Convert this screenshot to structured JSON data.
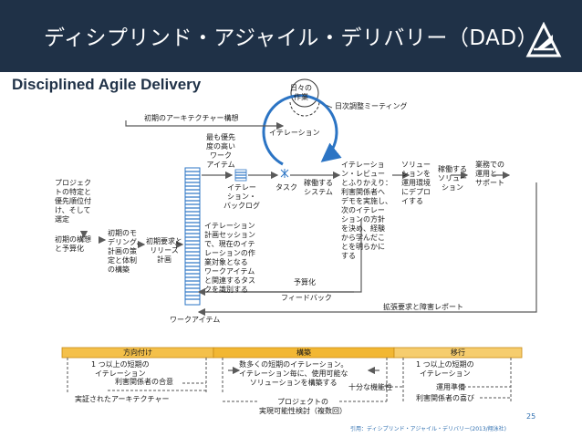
{
  "header": {
    "title": "ディシプリンド・アジャイル・デリバリー（DAD）",
    "logo_icon": "dad-logo-icon"
  },
  "subtitle": "Disciplined Agile Delivery",
  "diagram": {
    "daily": "日々の\n作業",
    "daily_meeting": "日次調整ミーティング",
    "iteration": "イテレーション",
    "initial_arch": "初期のアーキテクチャー構想",
    "project_id": "プロジェク\nトの特定と\n優先順位付\nけ、そして\n選定",
    "initial_vision": "初期の構想\nと予算化",
    "initial_model": "初期のモ\nデリング、\n計画の策\n定と体制\nの構築",
    "initial_req": "初期要求と\nリリース\n計画",
    "top_priority": "最も優先\n度の高い\nワーク\nアイテム",
    "iteration_backlog": "イテレー\nション・\nバックログ",
    "task": "タスク",
    "working_system": "稼働する\nシステム",
    "iteration_review": "イテレーショ\nン・レビュー\nとふりかえり：\n利害関係者へ\nデモを実施し、\n次のイテレー\nションの方針\nを決め、経験\nから学んだこ\nとを明らかに\nする",
    "release_solution": "ソリュー\nションを\n運用環境\nにデプロ\nイする",
    "working_solution": "稼働する\nソリュー\nション",
    "operations": "業務での\n運用と\nサポート",
    "planning_session": "イテレーション\n計画セッション\nで、現在のイテ\nレーションの作\n業対象となる\nワークアイテム\nと関連するタス\nクを識別する",
    "funding": "予算化",
    "feedback": "フィードバック",
    "enhancement": "拡張要求と障害レポート",
    "work_items": "ワークアイテム"
  },
  "phases": {
    "inception": "方向付け",
    "construction": "構築",
    "transition": "移行"
  },
  "milestones": {
    "inception_1": "1 つ以上の短期の\nイテレーション",
    "inception_2": "利害関係者の合意",
    "inception_3": "実証されたアーキテクチャー",
    "construction_1": "数多くの短期のイテレーション。\nイテレーション毎に、使用可能な\nソリューションを構築する",
    "construction_2": "プロジェクトの\n実現可能性検討（複数回）",
    "transition_0": "十分な機能性",
    "transition_1": "1 つ以上の短期の\nイテレーション",
    "transition_2": "運用準備",
    "transition_3": "利害関係者の喜び"
  },
  "page_number": "25",
  "citation": "引用：ディシプリンド・アジャイル・デリバリー(2013/翔泳社)",
  "colors": {
    "header": "#1f3147",
    "arrow": "#5a5a5a",
    "backlog": "#2b74c4",
    "phase_bar": "#f2b733",
    "phase_border": "#c88a12"
  }
}
